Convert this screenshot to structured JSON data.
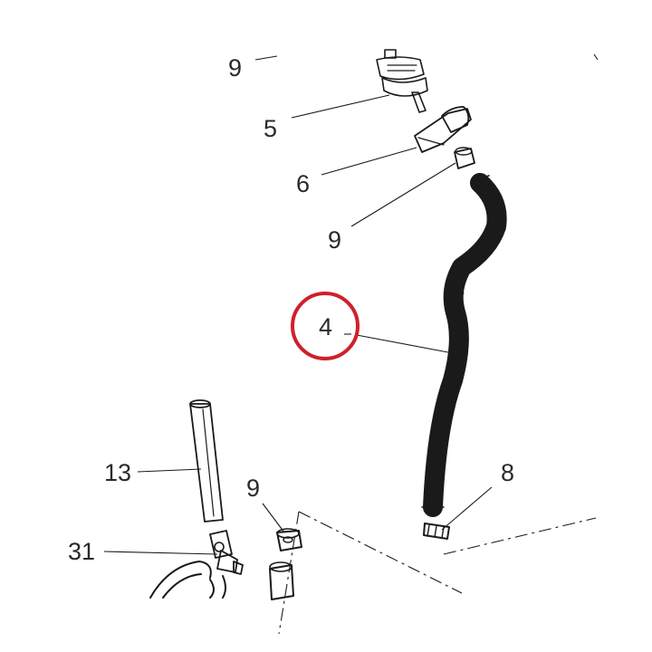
{
  "diagram": {
    "callouts": [
      {
        "id": "9a",
        "label": "9"
      },
      {
        "id": "5",
        "label": "5"
      },
      {
        "id": "6",
        "label": "6"
      },
      {
        "id": "9b",
        "label": "9"
      },
      {
        "id": "4",
        "label": "4"
      },
      {
        "id": "13",
        "label": "13"
      },
      {
        "id": "9c",
        "label": "9"
      },
      {
        "id": "8",
        "label": "8"
      },
      {
        "id": "31",
        "label": "31"
      }
    ],
    "highlight": {
      "target": "4",
      "color": "#d0202a"
    },
    "line_color": "#1a1a1a"
  }
}
